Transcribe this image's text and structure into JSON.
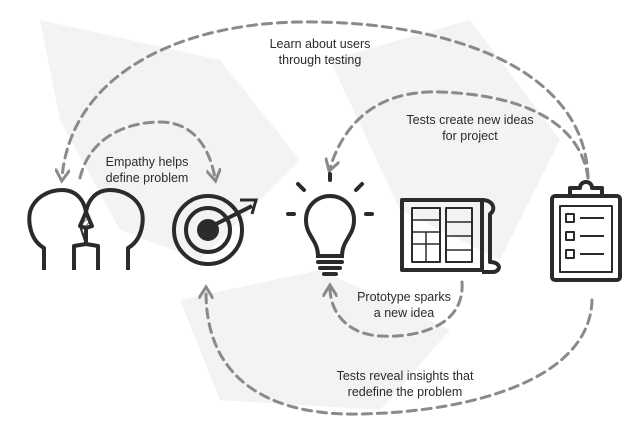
{
  "labels": {
    "learn": [
      "Learn about users",
      "through testing"
    ],
    "tests_ideas": [
      "Tests create new ideas",
      "for project"
    ],
    "empathy": [
      "Empathy helps",
      "define problem"
    ],
    "prototype": [
      "Prototype sparks",
      "a new idea"
    ],
    "tests_insights": [
      "Tests reveal insights that",
      "redefine the problem"
    ]
  },
  "icons": [
    "heads-icon",
    "target-icon",
    "lightbulb-icon",
    "blueprint-icon",
    "clipboard-icon"
  ],
  "colors": {
    "stroke": "#2b2b2b",
    "arrow": "#8a8a8a",
    "bg_shape": "#f2f2f2"
  }
}
